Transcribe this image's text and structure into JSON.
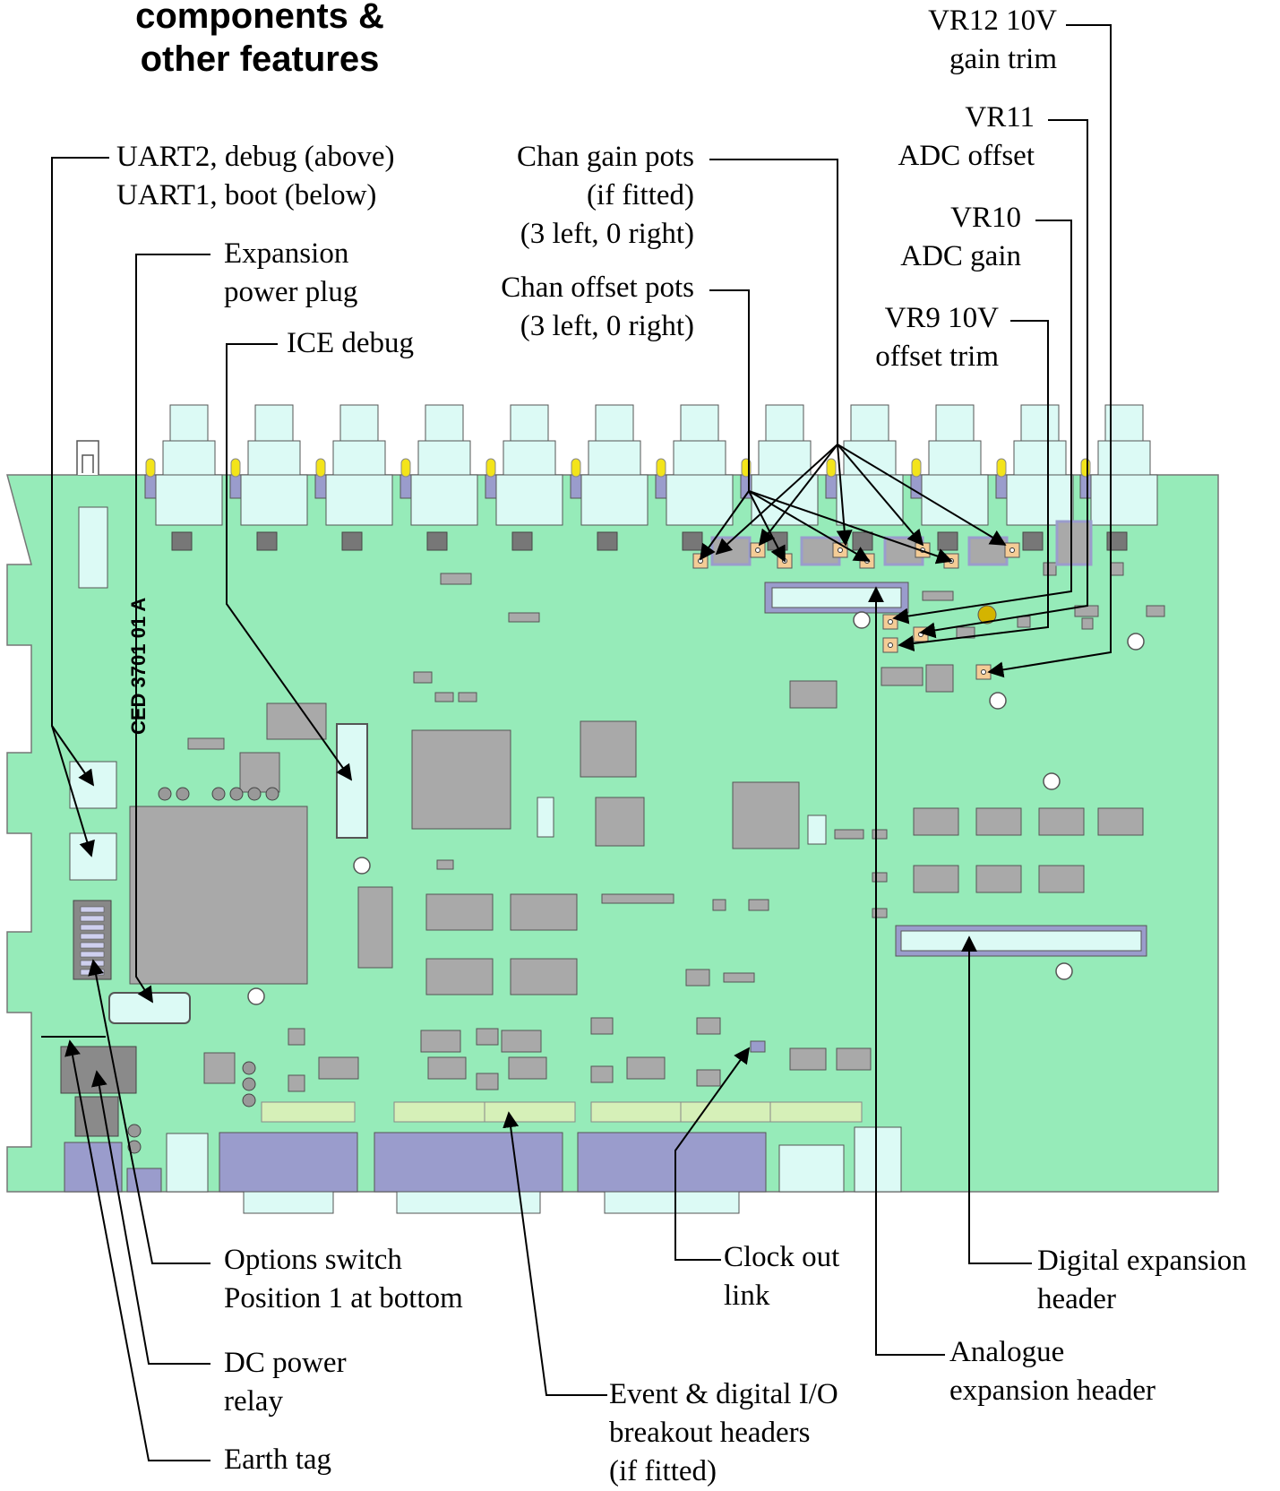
{
  "title": {
    "lines": [
      "components &",
      "other features"
    ]
  },
  "pcb_marking": "CED 3701 01 A",
  "labels": {
    "uart": [
      "UART2, debug (above)",
      "UART1, boot (below)"
    ],
    "expansion_power": [
      "Expansion",
      "power plug"
    ],
    "ice_debug": [
      "ICE debug"
    ],
    "chan_gain": [
      "Chan gain pots",
      "(if fitted)",
      "(3 left, 0 right)"
    ],
    "chan_offset": [
      "Chan offset pots",
      "(3 left, 0 right)"
    ],
    "vr12": [
      "VR12   10V",
      "gain trim"
    ],
    "vr11": [
      "VR11",
      "ADC offset"
    ],
    "vr10": [
      "VR10",
      "ADC gain"
    ],
    "vr9": [
      "VR9   10V",
      "offset trim"
    ],
    "options_switch": [
      "Options switch",
      "Position 1 at bottom"
    ],
    "dc_power_relay": [
      "DC power",
      "relay"
    ],
    "earth_tag": [
      "Earth tag"
    ],
    "event_io": [
      "Event & digital I/O",
      "breakout headers",
      "(if fitted)"
    ],
    "clock_out": [
      "Clock out",
      "link"
    ],
    "analogue_exp": [
      "Analogue",
      "expansion header"
    ],
    "digital_exp": [
      "Digital expansion",
      "header"
    ]
  },
  "colors": {
    "board": "#96ebb9",
    "chip": "#a9a9a9",
    "connector": "#9a9ccc",
    "header": "#d6f0b8",
    "pale": "#dcfaf5",
    "pot": "#f4cc96",
    "led": "#f3e41a"
  }
}
